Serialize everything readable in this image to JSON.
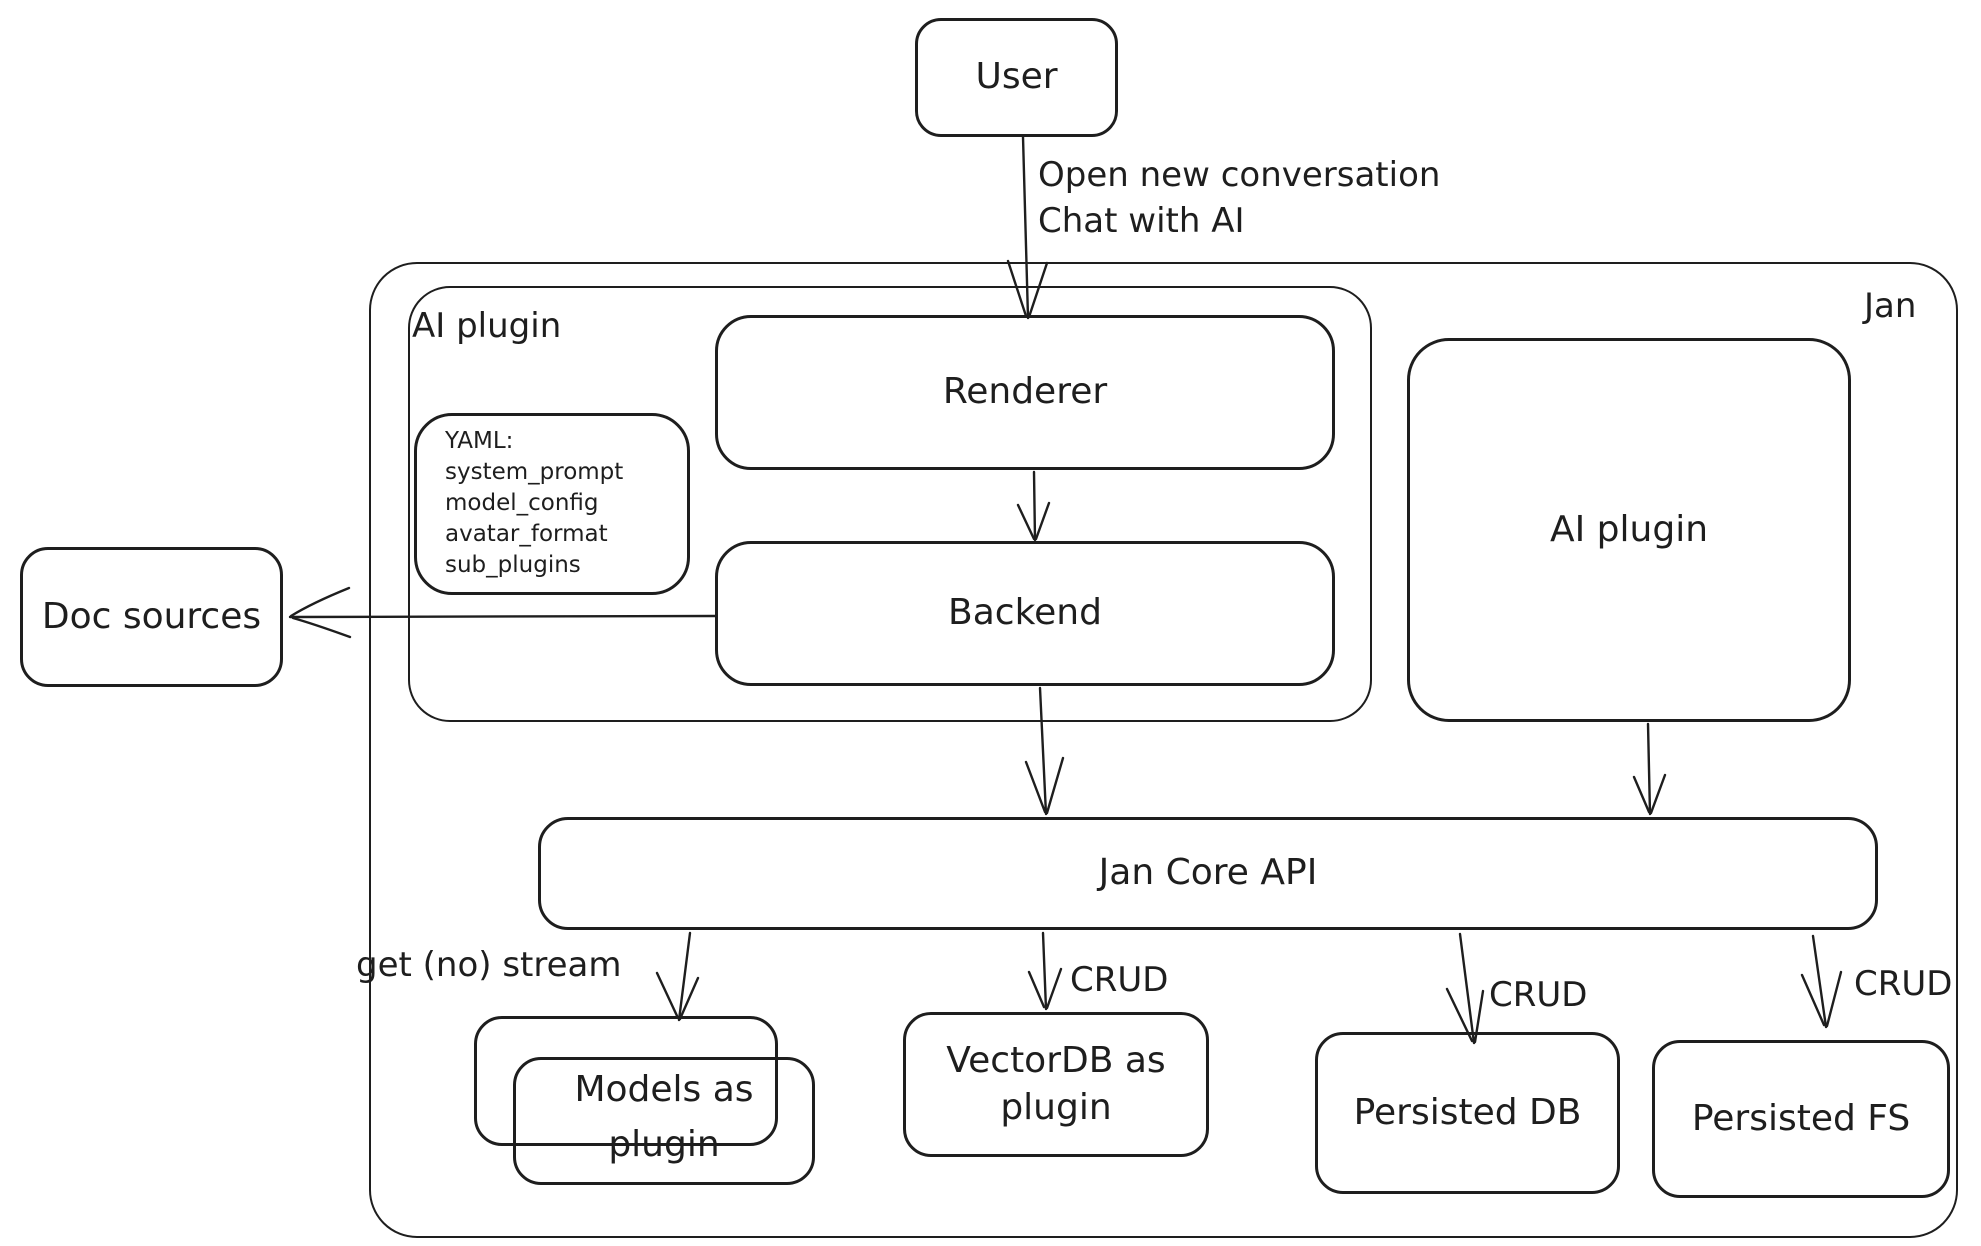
{
  "colors": {
    "stroke": "#1e1e1e",
    "background": "#ffffff"
  },
  "containers": {
    "jan": {
      "label": "Jan"
    },
    "ai_plugin": {
      "label": "AI plugin"
    }
  },
  "nodes": {
    "user": {
      "label": "User"
    },
    "renderer": {
      "label": "Renderer"
    },
    "backend": {
      "label": "Backend"
    },
    "doc_sources": {
      "label": "Doc sources"
    },
    "ai_plugin_right": {
      "label": "AI plugin"
    },
    "jan_core_api": {
      "label": "Jan Core API"
    },
    "models_plugin": {
      "label": "Models as plugin"
    },
    "vectordb_plugin": {
      "label": "VectorDB as plugin"
    },
    "persisted_db": {
      "label": "Persisted DB"
    },
    "persisted_fs": {
      "label": "Persisted FS"
    }
  },
  "note_yaml": {
    "lines": [
      "YAML:",
      "system_prompt",
      "model_config",
      "avatar_format",
      "sub_plugins"
    ]
  },
  "edge_labels": {
    "user_flow_lines": [
      "Open new conversation",
      "Chat with AI"
    ],
    "get_no_stream": "get (no) stream",
    "crud_vectordb": "CRUD",
    "crud_persisted_db": "CRUD",
    "crud_persisted_fs": "CRUD"
  }
}
